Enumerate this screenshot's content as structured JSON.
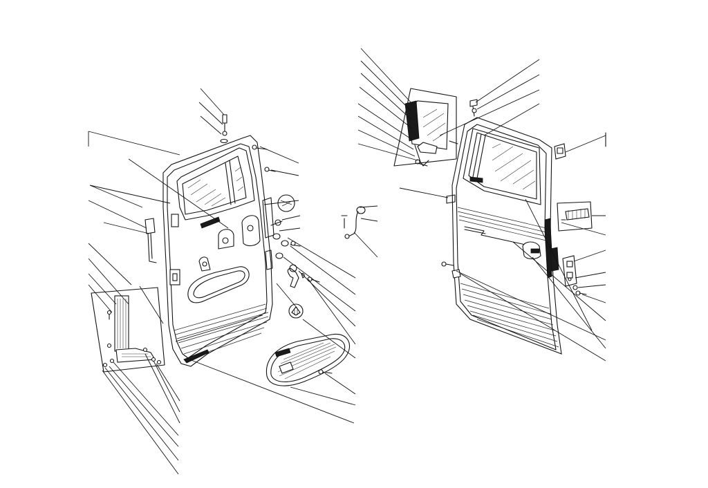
{
  "figure": {
    "background": "#ffffff",
    "ink": "#111111",
    "assemblies": [
      {
        "id": "left-door-assembly",
        "leader_count": 27
      },
      {
        "id": "right-door-assembly",
        "leader_count": 22
      }
    ]
  }
}
